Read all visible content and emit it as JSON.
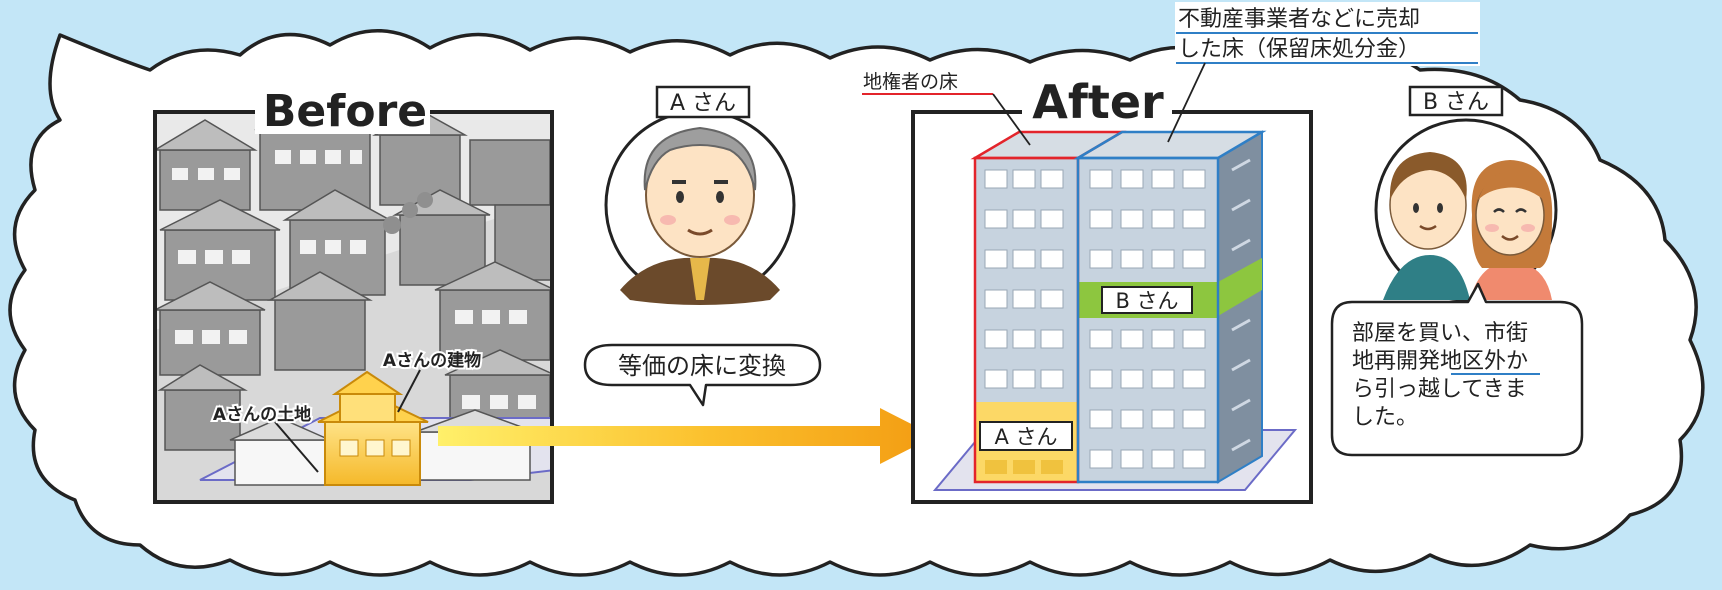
{
  "panels": {
    "before_title": "Before",
    "after_title": "After"
  },
  "labels": {
    "a_building": "Aさんの建物",
    "a_land": "Aさんの土地",
    "landowner_floor": "地権者の床",
    "sold_floor_line1": "不動産事業者などに売却",
    "sold_floor_line2": "した床（保留床処分金）",
    "person_a": "A さん",
    "person_b": "B さん",
    "floor_a": "A さん",
    "floor_b": "B さん"
  },
  "bubbles": {
    "conversion": "等価の床に変換",
    "b_story_line1": "部屋を買い、市街",
    "b_story_line2": "地再開発地区外か",
    "b_story_line3": "ら引っ越してきま",
    "b_story_line4": "した。"
  },
  "colors": {
    "sky": "#c3e6f7",
    "arrow_start": "#fff06a",
    "arrow_end": "#f6a21e",
    "landowner_red": "#e3242b",
    "reserve_blue": "#2f7fc6",
    "b_green": "#8dc63f",
    "a_yellow": "#fcd866"
  }
}
